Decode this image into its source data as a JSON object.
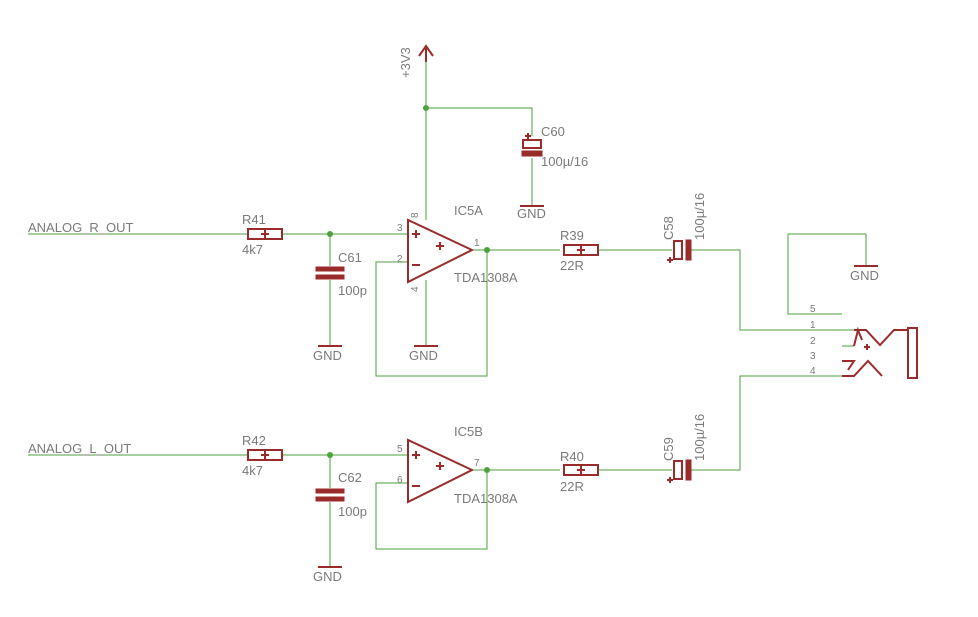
{
  "nets": {
    "analog_r_out": "ANALOG_R_OUT",
    "analog_l_out": "ANALOG_L_OUT",
    "supply": "+3V3",
    "gnd": "GND"
  },
  "parts": {
    "r41": {
      "name": "R41",
      "value": "4k7"
    },
    "r42": {
      "name": "R42",
      "value": "4k7"
    },
    "c61": {
      "name": "C61",
      "value": "100p"
    },
    "c62": {
      "name": "C62",
      "value": "100p"
    },
    "c60": {
      "name": "C60",
      "value": "100µ/16"
    },
    "ic5a": {
      "name": "IC5A",
      "value": "TDA1308A"
    },
    "ic5b": {
      "name": "IC5B",
      "value": "TDA1308A"
    },
    "r39": {
      "name": "R39",
      "value": "22R"
    },
    "r40": {
      "name": "R40",
      "value": "22R"
    },
    "c58": {
      "name": "C58",
      "value": "100µ/16"
    },
    "c59": {
      "name": "C59",
      "value": "100µ/16"
    }
  },
  "pins": {
    "ic5a": {
      "in_plus": "3",
      "in_minus": "2",
      "out": "1",
      "vcc": "8",
      "vee": "4"
    },
    "ic5b": {
      "in_plus": "5",
      "in_minus": "6",
      "out": "7"
    },
    "jack": [
      "5",
      "1",
      "2",
      "3",
      "4"
    ]
  },
  "symbols": {
    "plus": "+",
    "minus": "–"
  }
}
